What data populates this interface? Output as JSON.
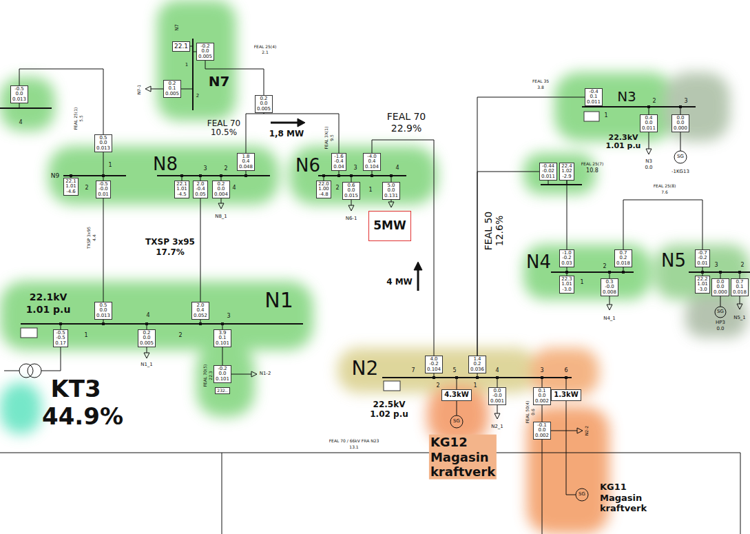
{
  "diagram": {
    "nodes": [
      {
        "text": [
          "-0.5",
          "0.0",
          "0.013"
        ]
      },
      {
        "text": [
          "22.1"
        ]
      },
      {
        "text": [
          "-0.2",
          "0.0",
          "0.005"
        ]
      },
      {
        "text": [
          "0.2",
          "0.1",
          "0.005"
        ]
      },
      {
        "text": [
          "0.2",
          "0.0",
          "0.005"
        ]
      },
      {
        "text": [
          "0.5",
          "0.0",
          "0.013"
        ]
      },
      {
        "text": [
          "1.8",
          "0.4",
          "0.048"
        ]
      },
      {
        "text": [
          "-1.6",
          "-0.4",
          "0.04"
        ]
      },
      {
        "text": [
          "-4.0",
          "0.4",
          "0.104"
        ]
      },
      {
        "text": [
          "-0.4",
          "0.1",
          "0.011"
        ]
      },
      {
        "text": [
          "0.4",
          "0.0",
          "0.011"
        ]
      },
      {
        "text": [
          "0.0",
          "0.0",
          "0.000"
        ]
      },
      {
        "text": [
          "22.1",
          "1.01",
          "-4.6"
        ]
      },
      {
        "text": [
          "-0.5",
          "-0.0",
          "0.01"
        ]
      },
      {
        "text": [
          "22.1",
          "1.01",
          "-4.5"
        ]
      },
      {
        "text": [
          "2.0",
          "-0.4",
          "0.05"
        ]
      },
      {
        "text": [
          "0.2",
          "0.0",
          "0.004"
        ]
      },
      {
        "text": [
          "22.0",
          "1.00",
          "-4.8"
        ]
      },
      {
        "text": [
          "0.6",
          "0.0",
          "0.015"
        ]
      },
      {
        "text": [
          "5.0",
          "0.0",
          "0.131"
        ]
      },
      {
        "text": [
          "-0.44",
          "-0.02",
          "0.011"
        ]
      },
      {
        "text": [
          "22.4",
          "1.02",
          "-2.9"
        ]
      },
      {
        "text": [
          "5MW"
        ]
      },
      {
        "text": [
          "-1.0",
          "-0.2",
          "0.03"
        ]
      },
      {
        "text": [
          "0.7",
          "0.2",
          "0.018"
        ]
      },
      {
        "text": [
          "-0.7",
          "-0.2",
          "0.01"
        ]
      },
      {
        "text": [
          "22.3",
          "1.01",
          "-3.0"
        ]
      },
      {
        "text": [
          "0.3",
          "-0.0",
          "0.008"
        ]
      },
      {
        "text": [
          "22.2",
          "1.01",
          "-3.0"
        ]
      },
      {
        "text": [
          "0.0",
          "0.0",
          "0.000"
        ]
      },
      {
        "text": [
          "0.7",
          "0.1",
          "0.018"
        ]
      },
      {
        "text": [
          "0.5",
          "0.0",
          "0.013"
        ]
      },
      {
        "text": [
          "2.0",
          "0.4",
          "0.052"
        ]
      },
      {
        "text": [
          "-0.5",
          "-0.5",
          "0.17"
        ]
      },
      {
        "text": [
          "0.2",
          "0.0",
          "0.005"
        ]
      },
      {
        "text": [
          "3.9",
          "0.1",
          "0.101"
        ]
      },
      {
        "text": [
          "4.0",
          "-0.2",
          "0.104"
        ]
      },
      {
        "text": [
          "1.4",
          "0.2",
          "0.036"
        ]
      },
      {
        "text": [
          "-0.2",
          "0.0",
          "0.101"
        ]
      },
      {
        "text": [
          "232.."
        ]
      },
      {
        "text": [
          "4.3kW"
        ]
      },
      {
        "text": [
          "0.0",
          "-0.0",
          "0.001"
        ]
      },
      {
        "text": [
          "0.1",
          "0.0",
          "0.002"
        ]
      },
      {
        "text": [
          "1.3kW"
        ]
      },
      {
        "text": [
          "-0.1",
          "0.0",
          "0.002"
        ]
      }
    ],
    "edges": [
      {
        "from": 0,
        "to": 5,
        "arrow": "none"
      },
      {
        "from": 13,
        "to": 31,
        "arrow": "none"
      },
      {
        "from": 15,
        "to": 32,
        "arrow": "none"
      },
      {
        "from": 4,
        "to": 2,
        "arrow": "none"
      },
      {
        "from": 4,
        "to": 6,
        "arrow": "none"
      },
      {
        "from": 4,
        "to": 7,
        "arrow": "none"
      },
      {
        "from": 36,
        "to": 8,
        "arrow": "none"
      },
      {
        "from": 37,
        "to": 9,
        "arrow": "none"
      },
      {
        "from": 37,
        "to": 20,
        "arrow": "none"
      },
      {
        "from": 21,
        "to": 23,
        "arrow": "none"
      },
      {
        "from": 24,
        "to": 25,
        "arrow": "none"
      },
      {
        "from": 35,
        "to": 38,
        "arrow": "none"
      },
      {
        "from": 42,
        "to": 44,
        "arrow": "none"
      }
    ],
    "labels": [
      "4",
      "FEAL 25(1)",
      "5.5",
      "N7",
      "1",
      "2",
      "N7-1",
      "N7",
      "FEAL 25(4)",
      "2.1",
      "FEAL 70",
      "10.5%",
      "1,8 MW",
      "N9",
      "2",
      "1",
      "N8",
      "3",
      "2",
      "4",
      "N8_1",
      "N6",
      "FEAL 3X(1)",
      "9.5",
      "3",
      "4",
      "2",
      "1",
      "N6-1",
      "FEAL 70",
      "22.9%",
      "TXSP 3x95",
      "4.4",
      "TXSP 3x95",
      "17.7%",
      "4 MW",
      "FEAL 50",
      "12.6%",
      "FEAL 35",
      "3.8",
      "N3",
      "2",
      "3",
      "1",
      "22.3kV",
      "1.01 p.u",
      "N3",
      "0.0",
      "-1KG13",
      "SG",
      "FEAL 25(7)",
      "10.8",
      "FEAL 25(8)",
      "7.6",
      "N4",
      "2",
      "1",
      "N4_1",
      "N5",
      "3",
      "2",
      "SG",
      "HP3",
      "0.0",
      "N5_1",
      "22.1kV",
      "1.01 p.u",
      "N1",
      "4",
      "1",
      "2",
      "3",
      "N1_1",
      "KT3",
      "44.9%",
      "FEAL 70(5)",
      "22.3",
      "N1-2",
      "N2",
      "7",
      "5",
      "4",
      "3",
      "6",
      "2",
      "1",
      "22.5kV",
      "1.02 p.u",
      "SG",
      "KG12 Magasin kraftverk",
      "N2_1",
      "FEAL 50(4)",
      "0.6",
      "N2-2",
      "SG",
      "KG11 Magasin kraftverk",
      "FEAL 70 / 66kV FRA N23",
      "13.1"
    ]
  }
}
